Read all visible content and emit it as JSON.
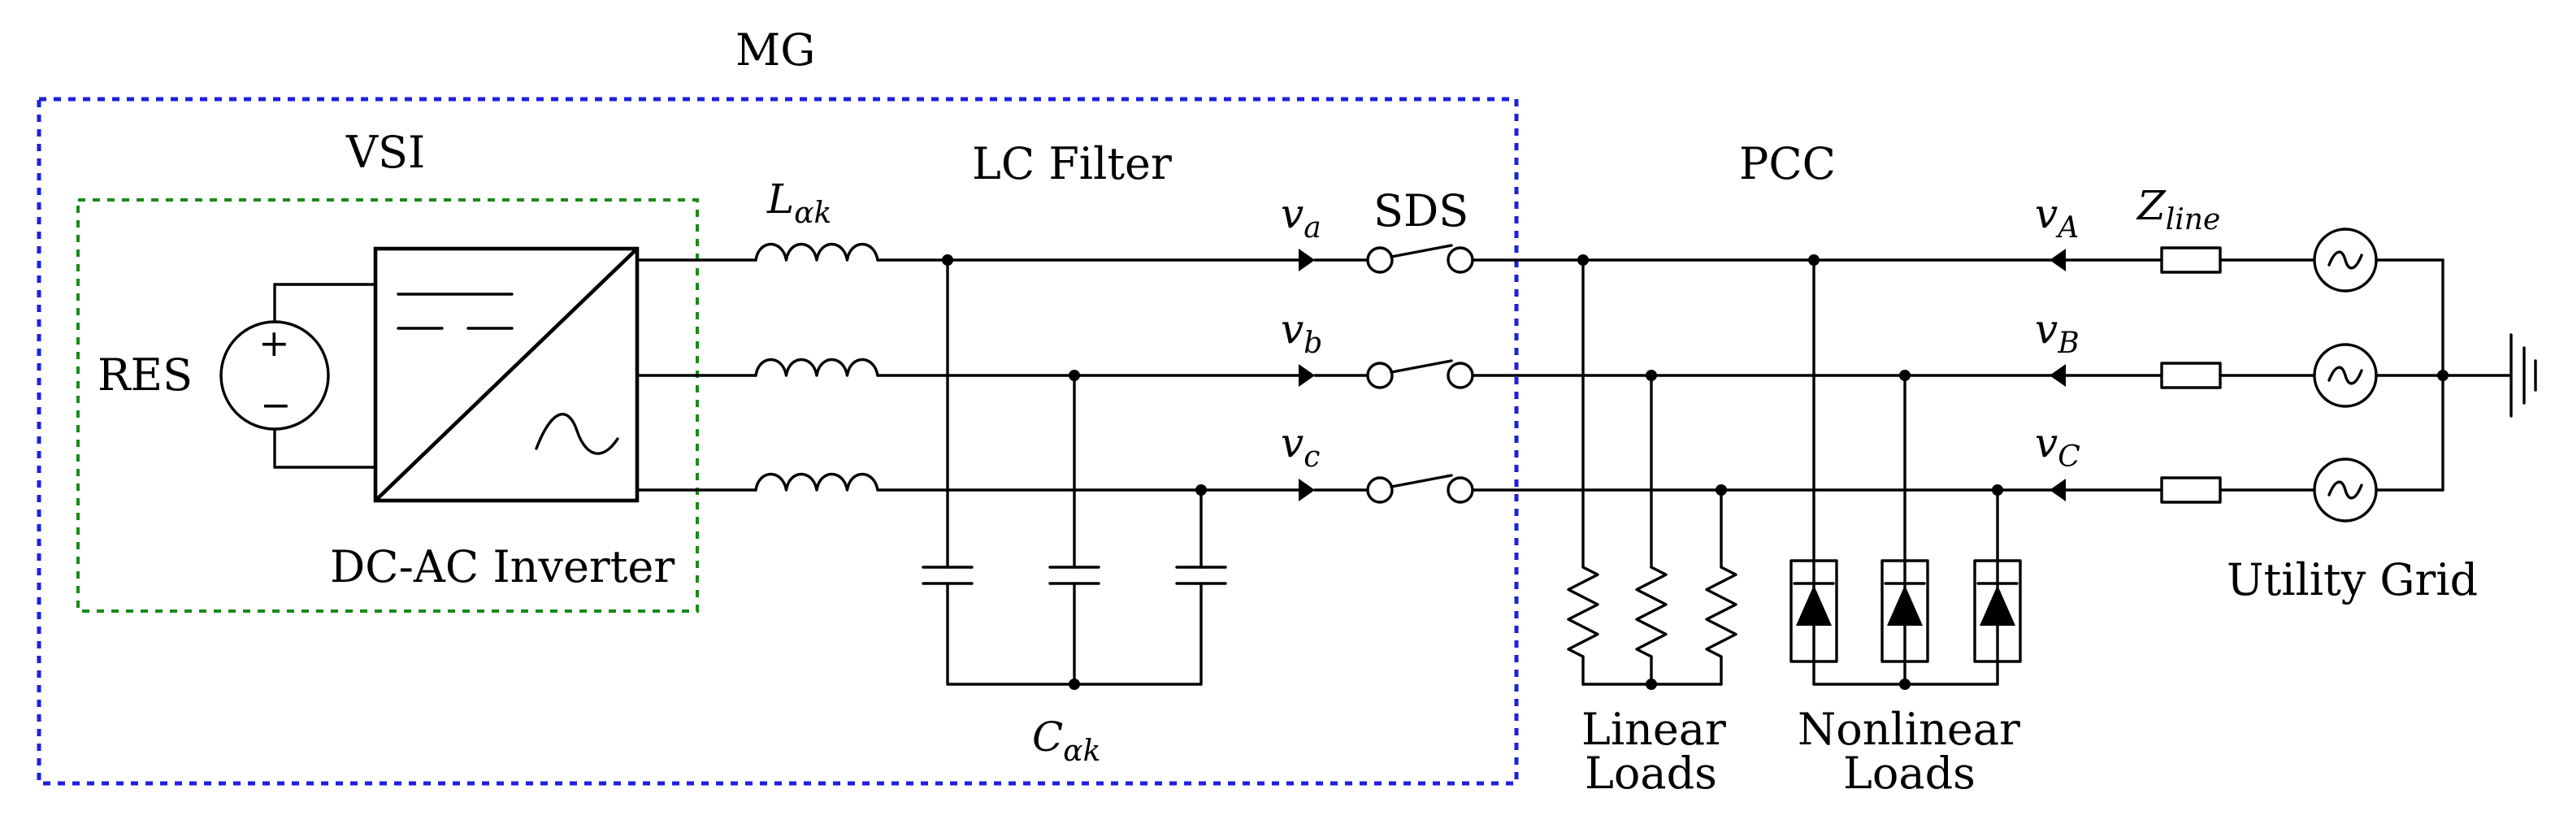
{
  "colors": {
    "mg_frame": "#1f1fe0",
    "vsi_frame": "#1a8a1a",
    "wire": "#000000"
  },
  "icons": [
    "dc-voltage-source-icon",
    "inverter-box-icon",
    "inductor-icon",
    "capacitor-icon",
    "switch-icon",
    "resistor-icon",
    "diode-icon",
    "ac-source-icon",
    "ground-icon"
  ],
  "labels": {
    "mg": "MG",
    "vsi": "VSI",
    "res": "RES",
    "inverter": "DC-AC Inverter",
    "lc_filter": "LC Filter",
    "sds": "SDS",
    "pcc": "PCC",
    "utility_grid": "Utility Grid",
    "linear_loads": [
      "Linear",
      "Loads"
    ],
    "nonlinear_loads": [
      "Nonlinear",
      "Loads"
    ],
    "inductor": {
      "base": "L",
      "sub": "αk"
    },
    "capacitor": {
      "base": "C",
      "sub": "αk"
    },
    "zline": {
      "base": "Z",
      "sub": "line"
    },
    "phase_inverter_side": [
      {
        "base": "v",
        "sub": "a"
      },
      {
        "base": "v",
        "sub": "b"
      },
      {
        "base": "v",
        "sub": "c"
      }
    ],
    "phase_grid_side": [
      {
        "base": "v",
        "sub": "A"
      },
      {
        "base": "v",
        "sub": "B"
      },
      {
        "base": "v",
        "sub": "C"
      }
    ],
    "plus": "+",
    "minus": "−"
  }
}
